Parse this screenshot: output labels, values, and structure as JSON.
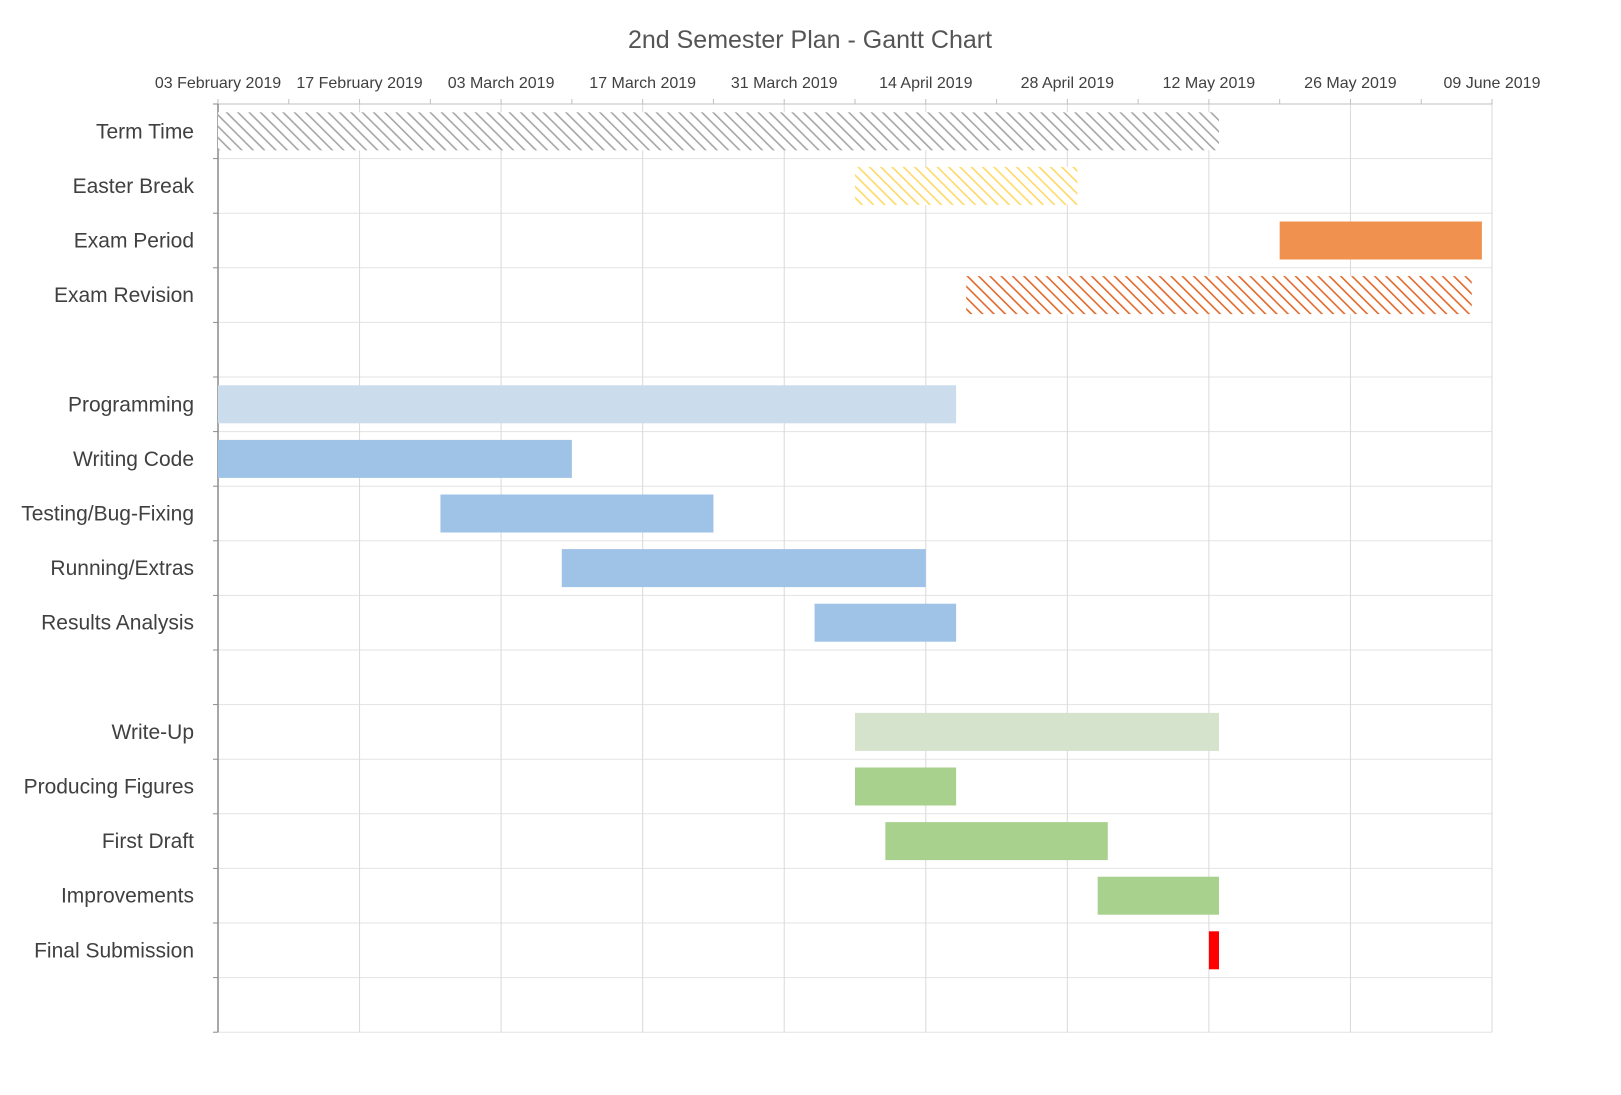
{
  "chart_data": {
    "type": "gantt",
    "title": "2nd Semester Plan - Gantt Chart",
    "x_axis": {
      "type": "date",
      "range": [
        "2019-02-03",
        "2019-06-09"
      ],
      "tick_labels": [
        "03 February 2019",
        "17 February 2019",
        "03 March 2019",
        "17 March 2019",
        "31 March 2019",
        "14 April 2019",
        "28 April 2019",
        "12 May 2019",
        "26 May 2019",
        "09 June 2019"
      ],
      "tick_dates": [
        "2019-02-03",
        "2019-02-17",
        "2019-03-03",
        "2019-03-17",
        "2019-03-31",
        "2019-04-14",
        "2019-04-28",
        "2019-05-12",
        "2019-05-26",
        "2019-06-09"
      ],
      "minor_tick_days": 7,
      "position": "top"
    },
    "grid": true,
    "legend": "none",
    "tasks": [
      {
        "label": "Term Time",
        "start": "2019-02-03",
        "end": "2019-05-13",
        "color": "#a6a6a6",
        "pattern": "hatch"
      },
      {
        "label": "Easter Break",
        "start": "2019-04-07",
        "end": "2019-04-29",
        "color": "#ffd966",
        "pattern": "hatch"
      },
      {
        "label": "Exam Period",
        "start": "2019-05-19",
        "end": "2019-06-08",
        "color": "#f0914f",
        "pattern": "solid"
      },
      {
        "label": "Exam Revision",
        "start": "2019-04-18",
        "end": "2019-06-07",
        "color": "#e2692a",
        "pattern": "hatch"
      },
      {
        "label": "",
        "start": null,
        "end": null
      },
      {
        "label": "Programming",
        "start": "2019-02-03",
        "end": "2019-04-17",
        "color": "#cbdcec",
        "pattern": "solid"
      },
      {
        "label": "Writing Code",
        "start": "2019-02-03",
        "end": "2019-03-10",
        "color": "#9fc3e6",
        "pattern": "solid"
      },
      {
        "label": "Testing/Bug-Fixing",
        "start": "2019-02-25",
        "end": "2019-03-24",
        "color": "#9fc3e6",
        "pattern": "solid"
      },
      {
        "label": "Running/Extras",
        "start": "2019-03-09",
        "end": "2019-04-14",
        "color": "#9fc3e6",
        "pattern": "solid"
      },
      {
        "label": "Results Analysis",
        "start": "2019-04-03",
        "end": "2019-04-17",
        "color": "#9fc3e6",
        "pattern": "solid"
      },
      {
        "label": "",
        "start": null,
        "end": null
      },
      {
        "label": "Write-Up",
        "start": "2019-04-07",
        "end": "2019-05-13",
        "color": "#d5e2cc",
        "pattern": "solid"
      },
      {
        "label": "Producing Figures",
        "start": "2019-04-07",
        "end": "2019-04-17",
        "color": "#a8d18d",
        "pattern": "solid"
      },
      {
        "label": "First Draft",
        "start": "2019-04-10",
        "end": "2019-05-02",
        "color": "#a8d18d",
        "pattern": "solid"
      },
      {
        "label": "Improvements",
        "start": "2019-05-01",
        "end": "2019-05-13",
        "color": "#a8d18d",
        "pattern": "solid"
      },
      {
        "label": "Final Submission",
        "start": "2019-05-12",
        "end": "2019-05-13",
        "color": "#ff0000",
        "pattern": "solid"
      },
      {
        "label": "",
        "start": null,
        "end": null
      }
    ]
  }
}
